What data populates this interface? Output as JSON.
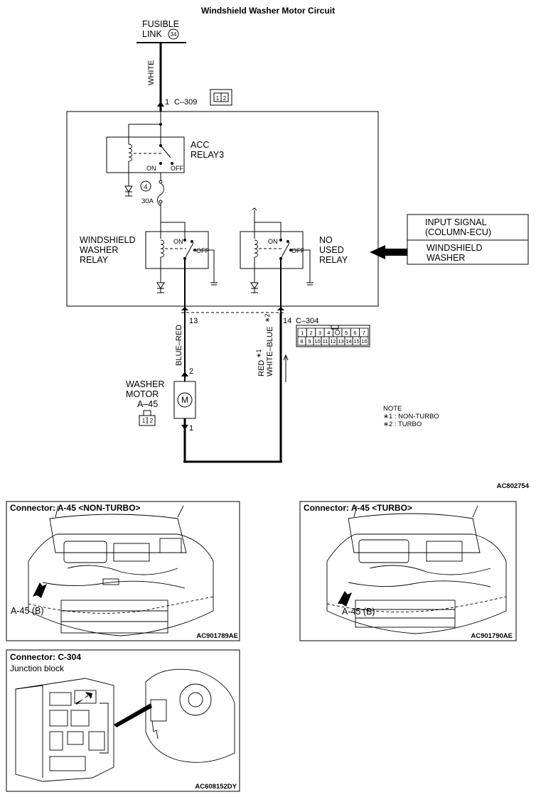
{
  "title": "Windshield Washer Motor Circuit",
  "fusible_link": {
    "label_line1": "FUSIBLE",
    "label_line2": "LINK",
    "number": "34"
  },
  "wires": {
    "white": "WHITE",
    "blue_red": "BLUE–RED",
    "red": "RED",
    "white_blue": "WHITE–BLUE"
  },
  "footnote_marks": {
    "mark1": "∗1",
    "mark2": "∗2"
  },
  "connector_c309": {
    "pin": "1",
    "name": "C–309",
    "pins": [
      "1",
      "2"
    ]
  },
  "acc_relay": {
    "line1": "ACC",
    "line2": "RELAY3",
    "on": "ON",
    "off": "OFF"
  },
  "fuse": {
    "number": "4",
    "rating": "30A"
  },
  "washer_relay": {
    "line1": "WINDSHIELD",
    "line2": "WASHER",
    "line3": "RELAY",
    "on": "ON",
    "off": "OFF"
  },
  "unused_relay": {
    "line1": "NO",
    "line2": "USED",
    "line3": "RELAY",
    "on": "ON",
    "off": "OFF"
  },
  "input_signal": {
    "line1": "INPUT SIGNAL",
    "line2": "(COLUMN-ECU)",
    "line3": "WINDSHIELD",
    "line4": "WASHER"
  },
  "connector_c304": {
    "pin_left": "13",
    "pin_right": "14",
    "name": "C–304",
    "row1": [
      "1",
      "2",
      "3",
      "4",
      "",
      "5",
      "6",
      "7"
    ],
    "row2": [
      "8",
      "9",
      "10",
      "11",
      "12",
      "13",
      "14",
      "15",
      "16"
    ]
  },
  "washer_motor": {
    "line1": "WASHER",
    "line2": "MOTOR",
    "id": "A–45",
    "pin_top": "2",
    "pin_bottom": "1",
    "pins": [
      "1",
      "2"
    ]
  },
  "note": {
    "title": "NOTE",
    "n1": "∗1 : NON-TURBO",
    "n2": "∗2 : TURBO"
  },
  "diagram_code": "AC802754",
  "panels": {
    "nonturbo": {
      "title": "Connector: A-45 <NON-TURBO>",
      "callout": "A-45 (B)",
      "code": "AC901789AE"
    },
    "turbo": {
      "title": "Connector: A-45 <TURBO>",
      "callout": "A-45 (B)",
      "code": "AC901790AE"
    },
    "junction": {
      "title": "Connector: C-304",
      "subtitle": "Junction block",
      "code": "AC608152DY"
    }
  }
}
